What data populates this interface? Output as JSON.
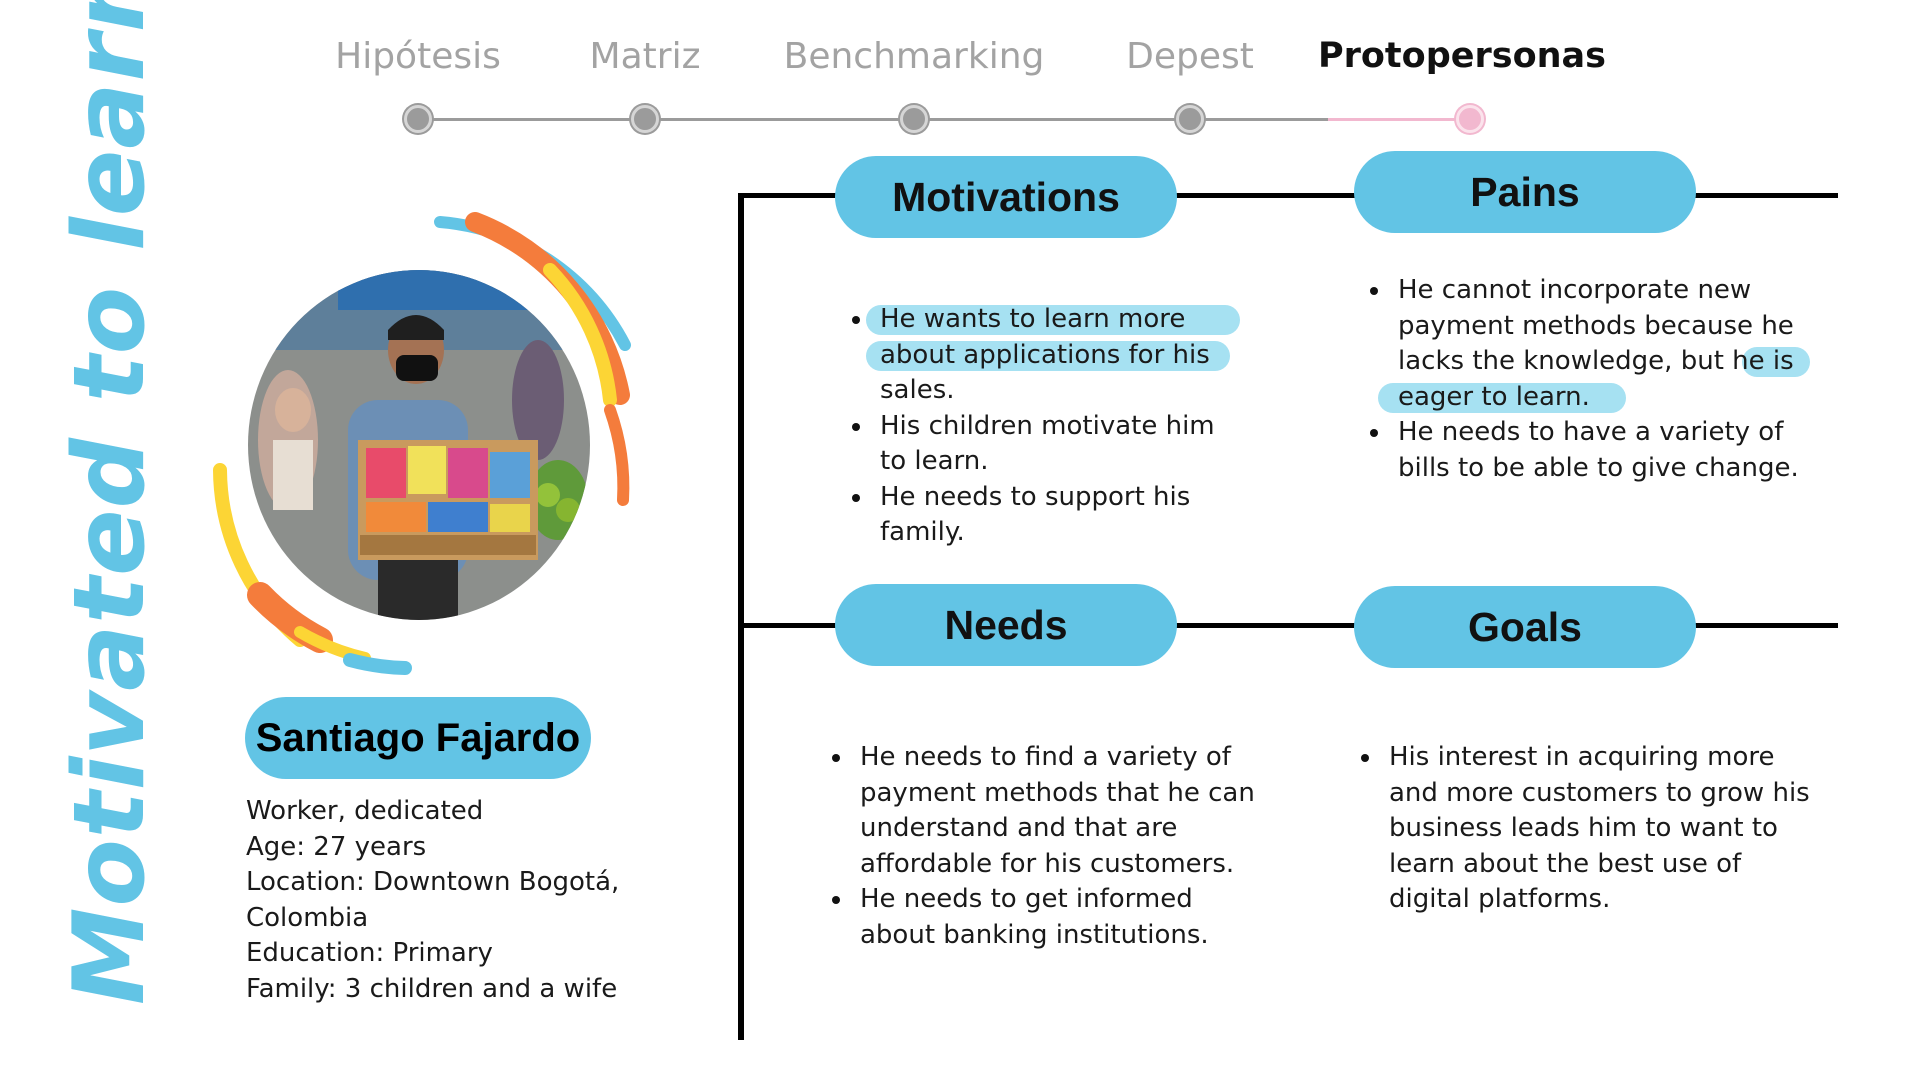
{
  "vertical_title": "Motivated to learn",
  "stepper": {
    "steps": [
      "Hipótesis",
      "Matriz",
      "Benchmarking",
      "Depest",
      "Protopersonas"
    ],
    "active_step": "Protopersonas"
  },
  "persona": {
    "name": "Santiago Fajardo",
    "details": [
      "Worker, dedicated",
      "Age: 27 years",
      "Location: Downtown Bogotá,",
      "Colombia",
      "Education: Primary",
      "Family: 3 children and a wife"
    ]
  },
  "sections": {
    "motivations": {
      "title": "Motivations",
      "items": [
        "He wants to learn more about applications for his sales.",
        "His children motivate him to learn.",
        "He needs to support his family."
      ]
    },
    "pains": {
      "title": "Pains",
      "items": [
        "He cannot incorporate new payment methods because he lacks the knowledge, but he is eager to learn.",
        "He needs to have a variety of bills to be able to give change."
      ]
    },
    "needs": {
      "title": "Needs",
      "items": [
        "He needs to find a variety of payment methods that he can understand and that are affordable for his customers.",
        "He needs to get informed about banking institutions."
      ]
    },
    "goals": {
      "title": "Goals",
      "items": [
        "His interest in acquiring more and more customers to grow his business leads him to want to learn about the best use of digital platforms."
      ]
    }
  },
  "colors": {
    "accent_blue": "#62c4e5",
    "highlight_blue": "#a6e1f2",
    "active_step_pink": "#f2b8cf",
    "arc_orange": "#f47c3c",
    "arc_yellow": "#fcd535",
    "inactive_gray": "#a3a3a3"
  }
}
